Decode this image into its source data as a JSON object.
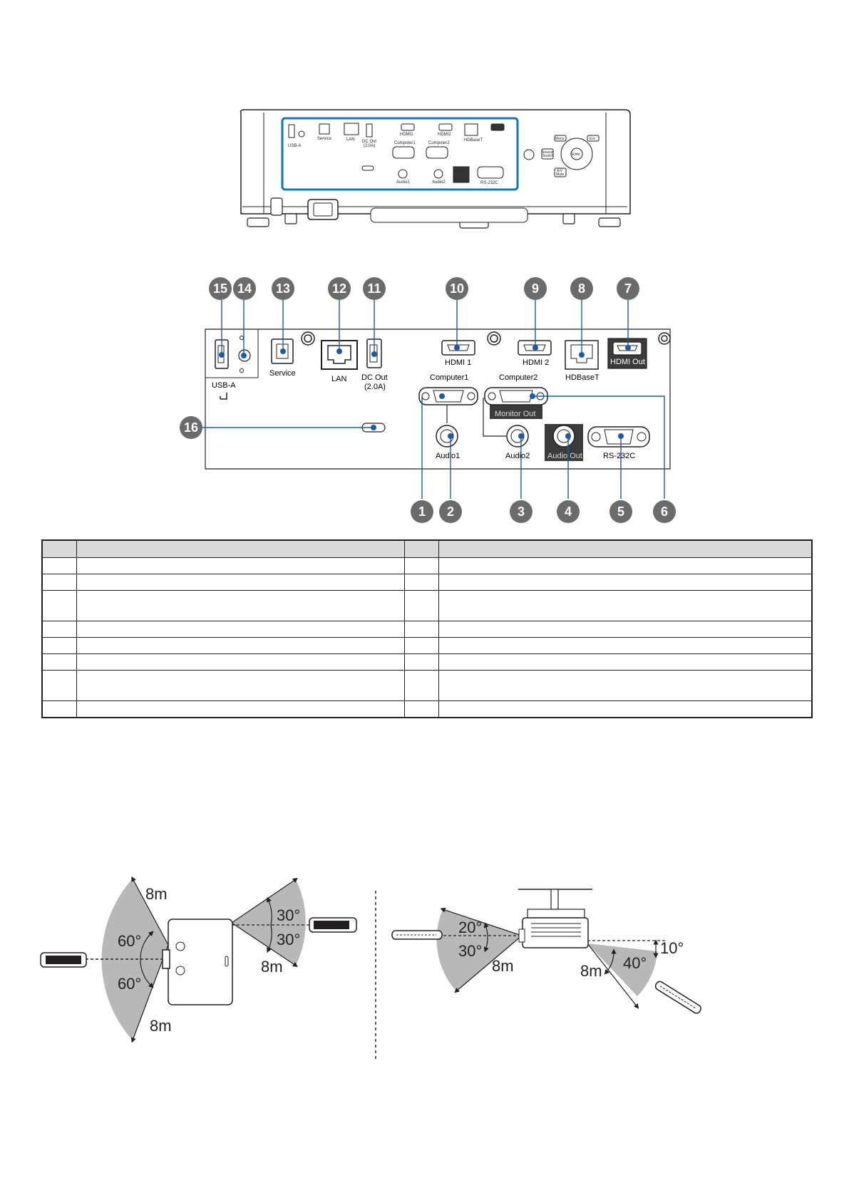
{
  "overview": {
    "port_labels": [
      "HDMI1",
      "HDMI2",
      "Service",
      "LAN",
      "DC Out",
      "(2.0A)",
      "HDBaseT",
      "Computer1",
      "Computer2",
      "Audio1",
      "Audio2",
      "RS-232C",
      "USB-A"
    ],
    "button_labels": [
      "Menu",
      "Esc",
      "Source Search",
      "Enter",
      "A/V Mute"
    ]
  },
  "panel": {
    "callouts": [
      "15",
      "14",
      "13",
      "12",
      "11",
      "10",
      "9",
      "8",
      "7",
      "16",
      "1",
      "2",
      "3",
      "4",
      "5",
      "6"
    ],
    "labels": {
      "usb_a": "USB-A",
      "service": "Service",
      "lan": "LAN",
      "dc_out": "DC Out",
      "dc_out_current": "(2.0A)",
      "hdmi1": "HDMI 1",
      "hdmi2": "HDMI 2",
      "hdbaset": "HDBaseT",
      "hdmi_out": "HDMI Out",
      "computer1": "Computer1",
      "computer2": "Computer2",
      "monitor_out": "Monitor Out",
      "audio1": "Audio1",
      "audio2": "Audio2",
      "audio_out": "Audio Out",
      "rs232c": "RS-232C"
    }
  },
  "legend_table": {
    "rows": [
      {
        "tall": false
      },
      {
        "tall": false
      },
      {
        "tall": true
      },
      {
        "tall": false
      },
      {
        "tall": false
      },
      {
        "tall": false
      },
      {
        "tall": true
      },
      {
        "tall": false
      }
    ]
  },
  "remote_range": {
    "front": {
      "distance_upper": "8m",
      "angle_upper": "60°",
      "angle_lower": "60°",
      "distance_lower": "8m",
      "angle_rear_upper": "30°",
      "angle_rear_lower": "30°",
      "distance_rear": "8m"
    },
    "side": {
      "angle_front_up": "20°",
      "angle_front_down": "30°",
      "distance_front": "8m",
      "angle_rear_offset": "10°",
      "angle_rear": "40°",
      "distance_rear": "8m"
    }
  }
}
